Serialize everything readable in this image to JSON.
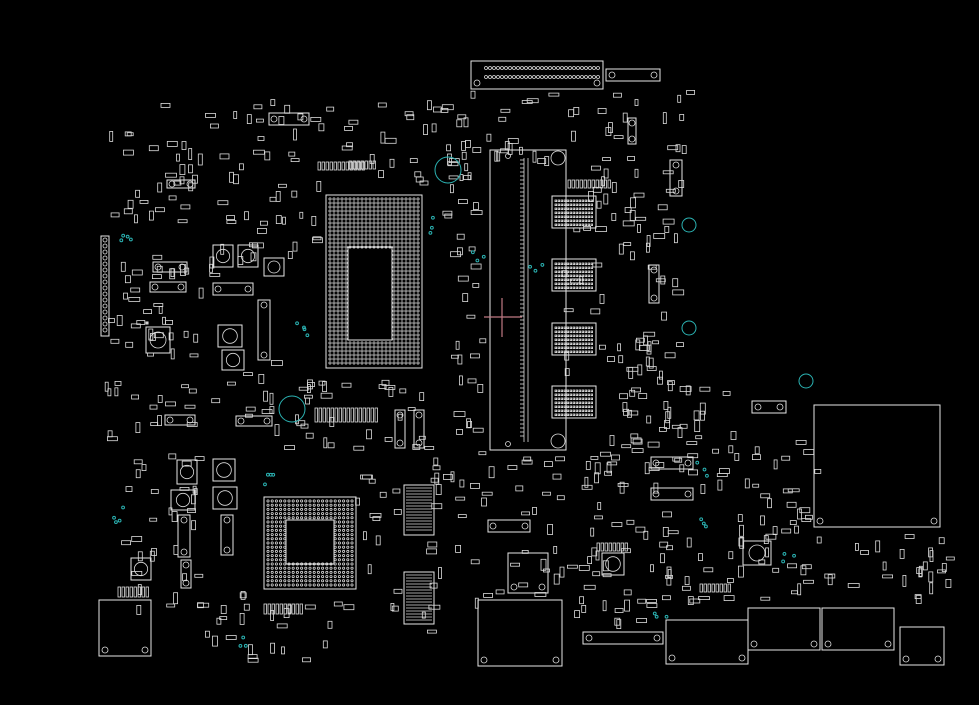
{
  "viewer": {
    "background": "#000000",
    "outline_color": "#e6e6e6",
    "via_color": "#2bb3b3",
    "cursor_color": "#c07a84"
  },
  "components": [
    {
      "name": "cpu-bga-package"
    },
    {
      "name": "pch-bga-package"
    },
    {
      "name": "so-dimm-slot"
    },
    {
      "name": "memory-ic"
    },
    {
      "name": "connector"
    },
    {
      "name": "mosfet"
    },
    {
      "name": "inductor"
    },
    {
      "name": "passive-component"
    },
    {
      "name": "mounting-hole"
    }
  ]
}
